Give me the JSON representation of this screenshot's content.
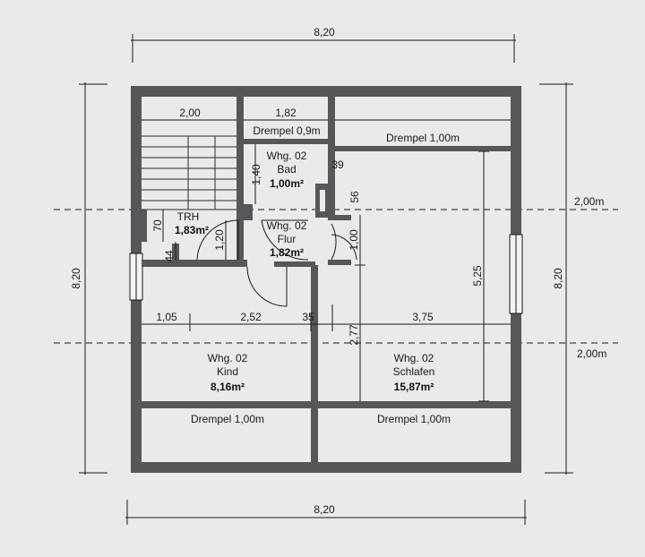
{
  "dimensions": {
    "top_total": "8,20",
    "bottom_total": "8,20",
    "left_total": "8,20",
    "right_total": "8,20",
    "stair_width": "2,00",
    "drempel_small_width": "1,82",
    "bad_depth": "1,40",
    "bad_wall": "39",
    "flur_gap": "56",
    "flur_depth": "1,00",
    "trh_depth": "70",
    "trh_door": "1,20",
    "trh_small": "44",
    "height_right": "5,25",
    "height_mid": "2,77",
    "seg_1": "1,05",
    "seg_2": "2,52",
    "seg_3": "35",
    "seg_4": "3,75",
    "level_upper": "2,00m",
    "level_lower": "2,00m"
  },
  "rooms": {
    "drempel_09": "Drempel 0,9m",
    "drempel_top_right": "Drempel 1,00m",
    "bad_line1": "Whg. 02",
    "bad_line2": "Bad",
    "bad_area": "1,00m²",
    "trh_name": "TRH",
    "trh_area": "1,83m²",
    "flur_line1": "Whg. 02",
    "flur_line2": "Flur",
    "flur_area": "1,82m²",
    "kind_line1": "Whg. 02",
    "kind_line2": "Kind",
    "kind_area": "8,16m²",
    "schlafen_line1": "Whg. 02",
    "schlafen_line2": "Schlafen",
    "schlafen_area": "15,87m²",
    "drempel_bottom_left": "Drempel 1,00m",
    "drempel_bottom_right": "Drempel 1,00m"
  },
  "colors": {
    "wall": "#55575b",
    "paper": "#e9eaec",
    "ink": "#1a1a1a"
  }
}
